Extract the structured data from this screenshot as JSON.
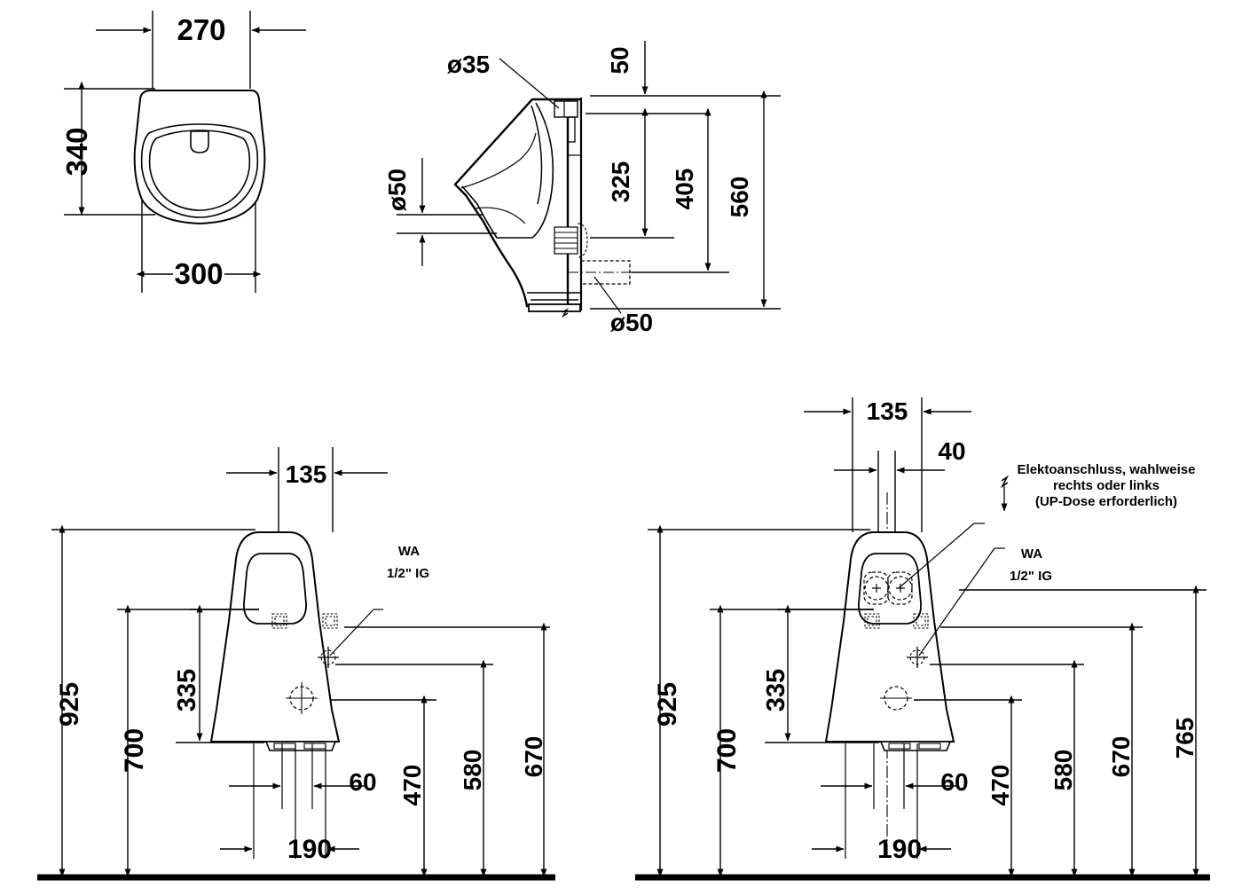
{
  "drawing": {
    "title": "Urinal technical drawing",
    "type": "engineering-dimension-drawing",
    "units": "mm",
    "line_color": "#000000",
    "background_color": "#ffffff"
  },
  "views": {
    "top_left": {
      "name": "plan-view",
      "dimensions": {
        "width_top": "270",
        "depth": "340",
        "width_bottom": "300"
      }
    },
    "top_right": {
      "name": "section-side-view",
      "dimensions": {
        "inlet_diameter": "ø35",
        "outlet_diameter_left": "ø50",
        "outlet_diameter_bottom": "ø50",
        "top_offset": "50",
        "height_325": "325",
        "height_405": "405",
        "height_560": "560"
      }
    },
    "bottom_left": {
      "name": "front-elevation-standard",
      "dimensions": {
        "top_width": "135",
        "overall_height": "925",
        "height_700": "700",
        "height_335": "335",
        "height_470": "470",
        "height_580": "580",
        "height_670": "670",
        "bottom_190": "190",
        "bottom_60": "60"
      },
      "labels": {
        "water_connection_line1": "WA",
        "water_connection_line2": "1/2\" IG"
      }
    },
    "bottom_right": {
      "name": "front-elevation-electronic",
      "dimensions": {
        "top_width": "135",
        "inner_width": "40",
        "overall_height": "925",
        "height_700": "700",
        "height_335": "335",
        "height_470": "470",
        "height_580": "580",
        "height_670": "670",
        "height_765": "765",
        "bottom_190": "190",
        "bottom_60": "60"
      },
      "labels": {
        "water_connection_line1": "WA",
        "water_connection_line2": "1/2\" IG",
        "electrical_note_line1": "Elektoanschluss, wahlweise",
        "electrical_note_line2": "rechts oder links",
        "electrical_note_line3": "(UP-Dose erforderlich)"
      }
    }
  }
}
